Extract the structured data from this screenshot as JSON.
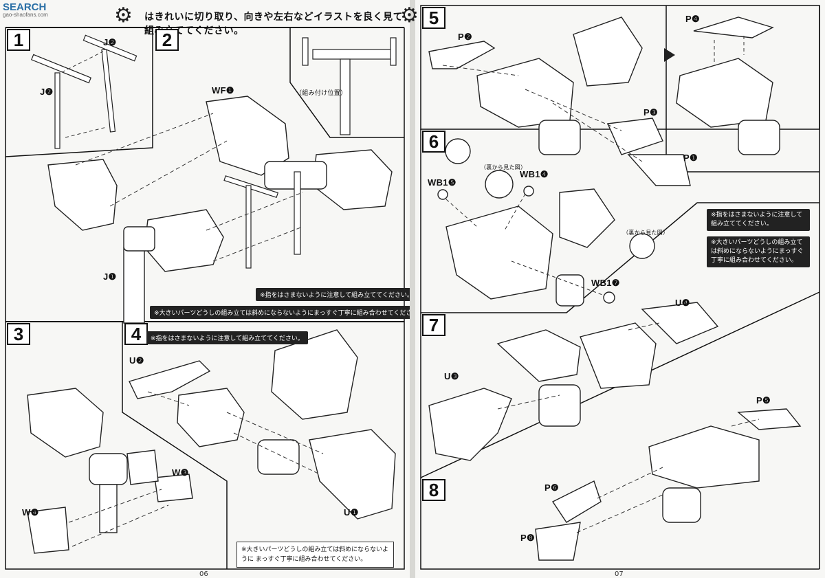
{
  "header": {
    "logo_text": "SEARCH",
    "logo_sub": "gao-shaofans.com",
    "instruction": "はきれいに切り取り、向きや左右などイラストを良く見て組み立ててください。"
  },
  "left_page": {
    "steps": [
      "1",
      "2",
      "3",
      "4"
    ],
    "labels": {
      "j2_top": "J❷",
      "j2_left": "J❷",
      "j1": "J❶",
      "wf1": "WF❶",
      "assembly_position": "（組み付け位置）",
      "u2": "U❷",
      "u1": "U❶",
      "w3": "W❸",
      "w4": "W❹"
    },
    "notes": {
      "step2_finger": "※指をはさまないように注意して組み立ててください。",
      "step2_large_parts": "※大きいパーツどうしの組み立ては斜めにならないようにまっすぐ丁寧に組み合わせてください。",
      "step4_finger": "※指をはさまないように注意して組み立ててください。",
      "step3_large_parts": "※大きいパーツどうしの組み立ては斜めにならないように まっすぐ丁寧に組み合わせてください。"
    },
    "page_number": "06"
  },
  "right_page": {
    "steps": [
      "5",
      "6",
      "7",
      "8"
    ],
    "labels": {
      "p2": "P❷",
      "p3": "P❸",
      "p1": "P❶",
      "p4": "P❹",
      "wb1_5": "WB1❺",
      "wb1_4": "WB1❹",
      "wb1_7": "WB1❼",
      "rear_view_1": "（裏から見た図）",
      "rear_view_2": "（裏から見た図）",
      "u4": "U❹",
      "u3": "U❸",
      "p5": "P❺",
      "p6": "P❻",
      "p8": "P❽"
    },
    "notes": {
      "step6_finger": "※指をはさまないように注意して組み立ててください。",
      "step6_large_parts": "※大きいパーツどうしの組み立ては斜めにならないようにまっすぐ丁寧に組み合わせてください。"
    },
    "page_number": "07"
  },
  "icons": [
    "gear-icon",
    "arrow-right-icon",
    "dashed-arrow-icon"
  ],
  "colors": {
    "ink": "#111111",
    "paper": "#f7f7f5",
    "note_bg": "#222222"
  }
}
